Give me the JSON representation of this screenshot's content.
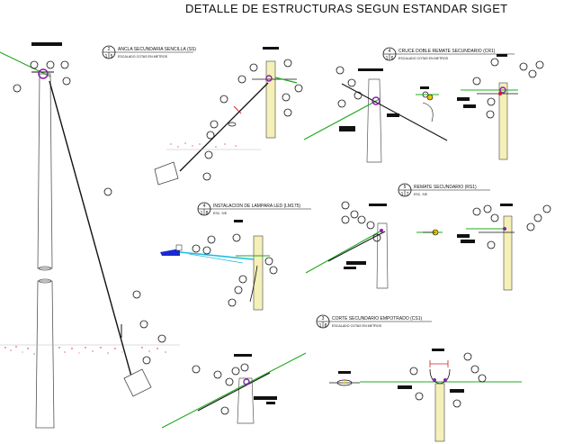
{
  "page": {
    "title": "DETALLE DE ESTRUCTURAS SEGUN ESTANDAR SIGET"
  },
  "details": [
    {
      "num_top": "2",
      "num_left": "1",
      "num_right": "5",
      "title": "ANCLA SECUNDARIA SENCILLA (SS)",
      "subtitle": "ESCALADO COTAS EN METROS"
    },
    {
      "num_top": "4",
      "num_left": "1",
      "num_right": "6",
      "title": "CRUCE DOBLE REMATE SECUNDARIO (CR1)",
      "subtitle": "ESCALADO COTAS EN METROS"
    },
    {
      "num_top": "4",
      "num_left": "1",
      "num_right": "8",
      "title": "INSTALACION DE LAMPARA LED (LM175)",
      "subtitle": "ESC. S/E"
    },
    {
      "num_top": "5",
      "num_left": "1",
      "num_right": "7",
      "title": "REMATE SECUNDARIO (RS1)",
      "subtitle": "ESC. S/E"
    },
    {
      "num_top": "3",
      "num_left": "1",
      "num_right": "8",
      "title": "CORTE SECUNDARIO EMPOTRADO (CS1)",
      "subtitle": "ESCALADO COTAS EN METROS"
    }
  ],
  "colors": {
    "line": "#111111",
    "green": "#22aa22",
    "purple": "#8822aa",
    "red": "#cc2222",
    "blue": "#1a2ad0",
    "cyan": "#22bbe0",
    "pole": "#f4f0b8"
  }
}
